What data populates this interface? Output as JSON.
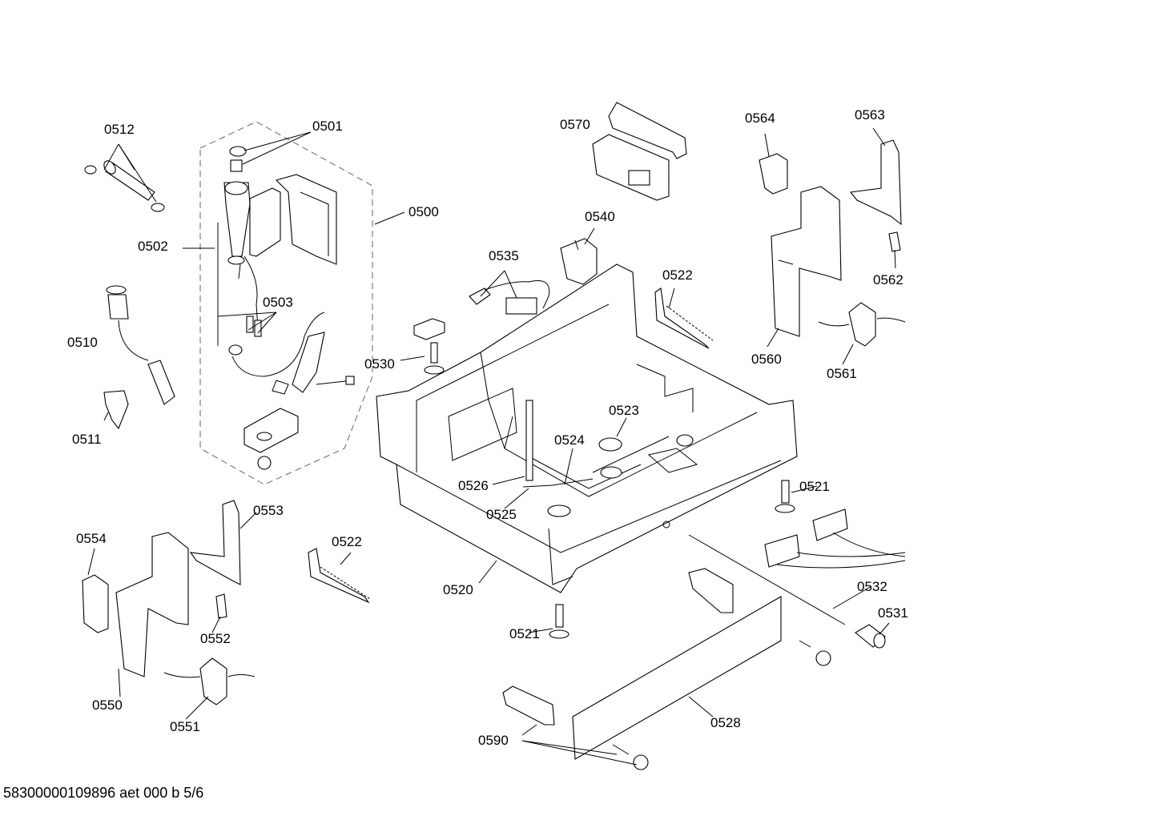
{
  "footer": "58300000109896 aet 000 b 5/6",
  "callouts": {
    "c0512": "0512",
    "c0501": "0501",
    "c0500": "0500",
    "c0502": "0502",
    "c0503": "0503",
    "c0510": "0510",
    "c0511": "0511",
    "c0570": "0570",
    "c0540": "0540",
    "c0535": "0535",
    "c0522a": "0522",
    "c0564": "0564",
    "c0563": "0563",
    "c0562": "0562",
    "c0560": "0560",
    "c0561": "0561",
    "c0530": "0530",
    "c0523": "0523",
    "c0524": "0524",
    "c0526": "0526",
    "c0525": "0525",
    "c0521a": "0521",
    "c0553": "0553",
    "c0554": "0554",
    "c0522b": "0522",
    "c0520": "0520",
    "c0532": "0532",
    "c0531": "0531",
    "c0521b": "0521",
    "c0552": "0552",
    "c0550": "0550",
    "c0551": "0551",
    "c0528": "0528",
    "c0590": "0590"
  }
}
